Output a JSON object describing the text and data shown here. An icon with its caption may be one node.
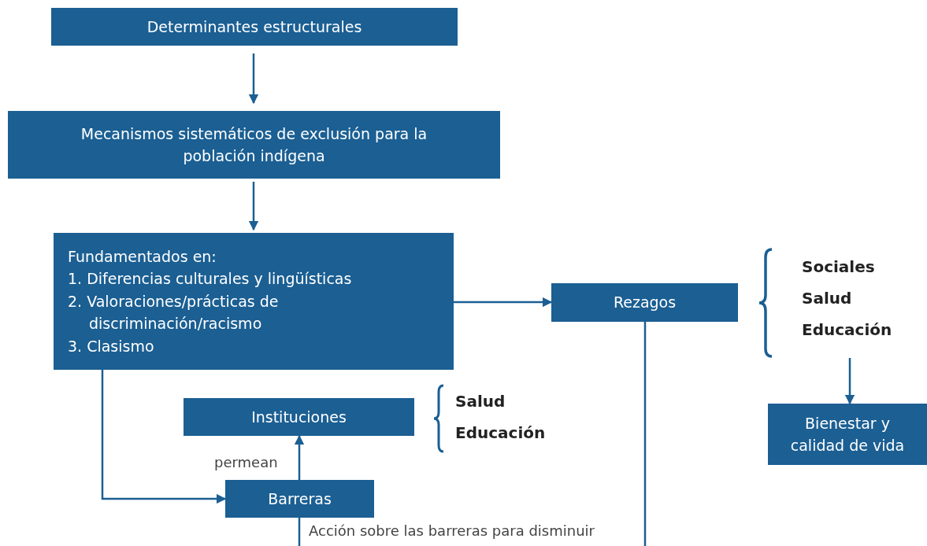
{
  "diagram": {
    "nodes": [
      {
        "text": [
          "Determinantes estructurales"
        ]
      },
      {
        "text": [
          "Mecanismos sistemáticos de exclusión para la población indígena"
        ]
      },
      {
        "text": [
          "Fundamentados en:",
          "1. Diferencias culturales y lingüísticas",
          "2. Valoraciones/prácticas de discriminación/racismo",
          "3. Clasismo"
        ]
      },
      {
        "text": [
          "Rezagos"
        ]
      },
      {
        "text": [
          "Instituciones"
        ]
      },
      {
        "text": [
          "Barreras"
        ]
      },
      {
        "text": [
          "Bienestar y calidad de vida"
        ]
      },
      {
        "text": [
          "Sociales",
          "Salud",
          "Educación"
        ]
      }
    ],
    "edges": [
      {
        "from": 0,
        "to": 1,
        "arrow": "to"
      },
      {
        "from": 1,
        "to": 2,
        "arrow": "to"
      },
      {
        "from": 2,
        "to": 3,
        "arrow": "to"
      },
      {
        "from": 2,
        "to": 5,
        "arrow": "to"
      },
      {
        "from": 5,
        "to": 4,
        "arrow": "to",
        "label": "permean"
      },
      {
        "from": 5,
        "to": null,
        "arrow": "none"
      },
      {
        "from": 3,
        "to": null,
        "arrow": "none"
      },
      {
        "from": 7,
        "to": 6,
        "arrow": "to"
      }
    ],
    "labels": [
      "Salud",
      "Educación",
      "Acción sobre las barreras para disminuir"
    ]
  }
}
